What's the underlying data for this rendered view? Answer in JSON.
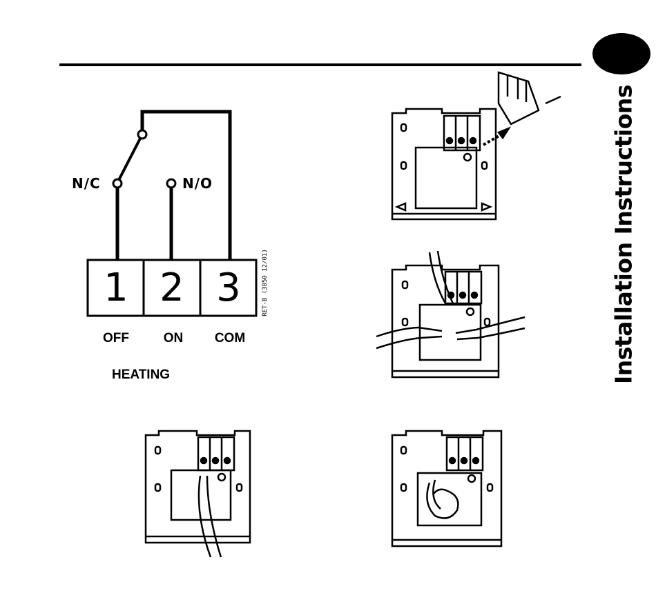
{
  "header": {
    "title": "Installation Instructions"
  },
  "wiring": {
    "contacts": {
      "nc": "N/C",
      "no": "N/O"
    },
    "terminals": [
      {
        "number": "1",
        "label": "OFF"
      },
      {
        "number": "2",
        "label": "ON"
      },
      {
        "number": "3",
        "label": "COM"
      }
    ],
    "group_label": "HEATING",
    "reference_code": "RET-B (3050 12/01)"
  },
  "colors": {
    "ink": "#000000",
    "paper": "#ffffff"
  }
}
